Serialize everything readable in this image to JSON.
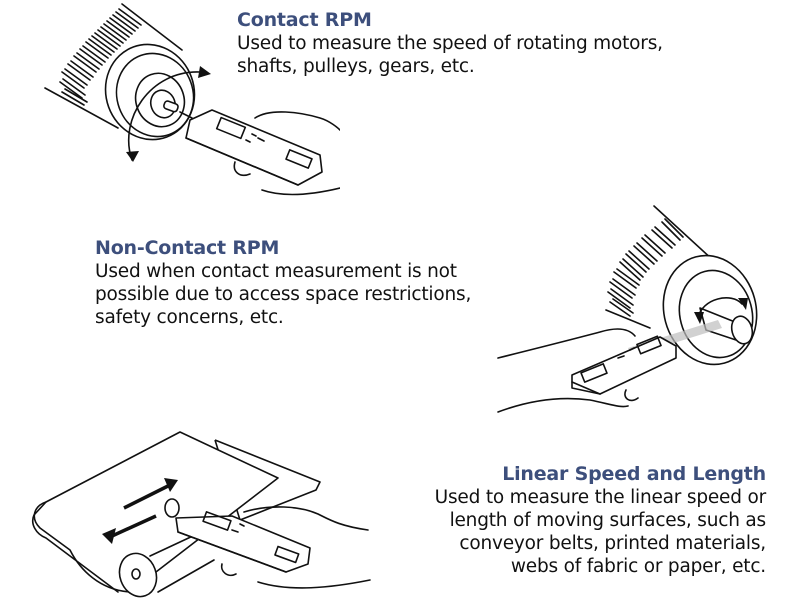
{
  "sections": [
    {
      "id": "contact-rpm",
      "heading": "Contact RPM",
      "lines": [
        "Used to measure the speed of rotating motors,",
        "shafts, pulleys, gears, etc."
      ],
      "illustration": "hand-held-tachometer-touching-motor-shaft"
    },
    {
      "id": "non-contact-rpm",
      "heading": "Non-Contact RPM",
      "lines": [
        "Used when contact measurement is not",
        "possible due to access space restrictions,",
        "safety concerns, etc."
      ],
      "illustration": "hand-held-tachometer-beam-at-motor-shaft"
    },
    {
      "id": "linear-speed-length",
      "heading": "Linear Speed and Length",
      "lines": [
        "Used to measure the linear speed or",
        "length of moving surfaces, such as",
        "conveyor belts, printed materials,",
        "webs of fabric or paper, etc."
      ],
      "illustration": "hand-held-tachometer-wheel-on-conveyor-belt"
    }
  ],
  "colors": {
    "heading": "#3d4f7c",
    "body_text": "#111111",
    "line_art": "#111111",
    "background": "#ffffff"
  }
}
